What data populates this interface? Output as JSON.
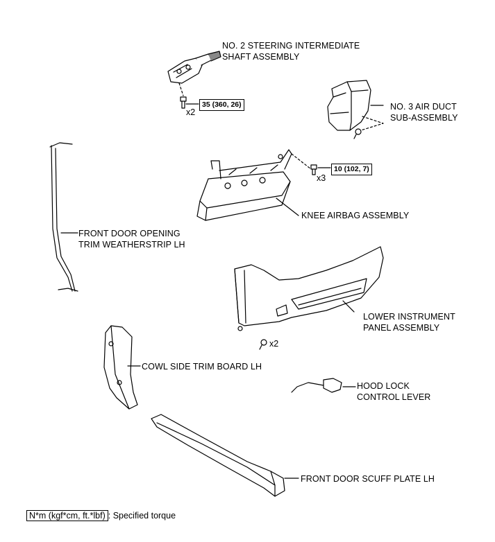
{
  "labels": {
    "steering_shaft": [
      "NO. 2 STEERING INTERMEDIATE",
      "SHAFT ASSEMBLY"
    ],
    "air_duct": [
      "NO. 3 AIR DUCT",
      "SUB-ASSEMBLY"
    ],
    "knee_airbag": [
      "KNEE AIRBAG ASSEMBLY"
    ],
    "weatherstrip": [
      "FRONT DOOR OPENING",
      "TRIM WEATHERSTRIP LH"
    ],
    "lower_panel": [
      "LOWER INSTRUMENT",
      "PANEL ASSEMBLY"
    ],
    "cowl_trim": [
      "COWL SIDE TRIM BOARD LH"
    ],
    "hood_lever": [
      "HOOD LOCK",
      "CONTROL LEVER"
    ],
    "scuff_plate": [
      "FRONT DOOR SCUFF PLATE LH"
    ]
  },
  "torques": {
    "steering": "35 (360, 26)",
    "airbag": "10 (102, 7)"
  },
  "quantities": {
    "steering_bolts": "x2",
    "airbag_bolts": "x3",
    "panel_screws": "x2"
  },
  "legend": {
    "unit": "N*m (kgf*cm, ft.*lbf)",
    "text": ": Specified torque"
  }
}
